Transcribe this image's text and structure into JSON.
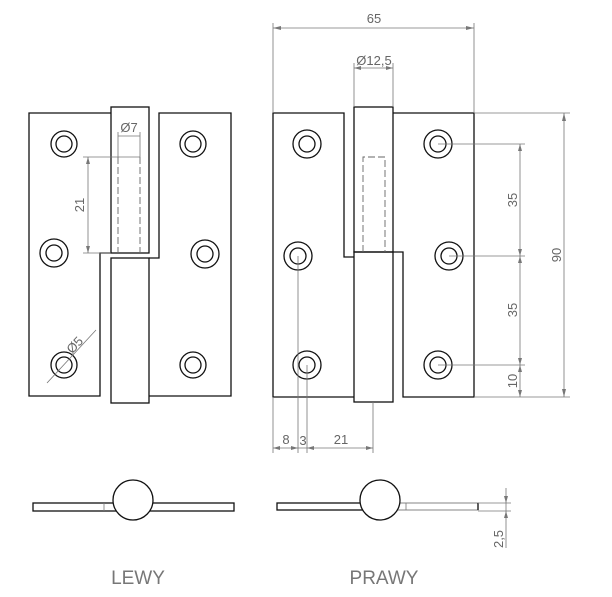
{
  "views": {
    "left": {
      "label": "LEWY",
      "dims": {
        "pin_diameter": "Ø7",
        "pin_length": "21",
        "hole_diameter": "Ø5"
      }
    },
    "right": {
      "label": "PRAWY",
      "dims": {
        "width": "65",
        "knuckle_diameter": "Ø12,5",
        "hole_spacing_top": "35",
        "hole_spacing_bottom": "35",
        "hole_edge": "10",
        "height": "90",
        "edge_offset": "8",
        "hole_offset": "3",
        "knuckle_offset": "21",
        "thickness": "2,5"
      }
    }
  }
}
